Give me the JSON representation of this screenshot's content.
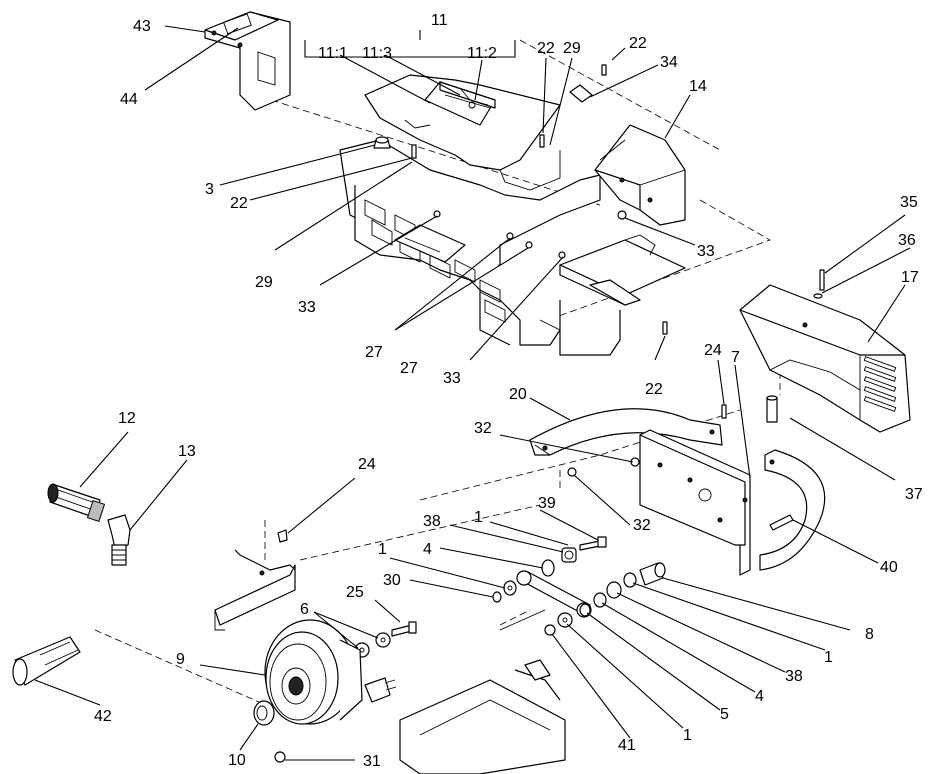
{
  "callouts": [
    {
      "id": "c43",
      "text": "43"
    },
    {
      "id": "c44",
      "text": "44"
    },
    {
      "id": "c11",
      "text": "11"
    },
    {
      "id": "c11-1",
      "text": "11:1"
    },
    {
      "id": "c11-3",
      "text": "11:3"
    },
    {
      "id": "c11-2",
      "text": "11:2"
    },
    {
      "id": "c22a",
      "text": "22"
    },
    {
      "id": "c29a",
      "text": "29"
    },
    {
      "id": "c22b",
      "text": "22"
    },
    {
      "id": "c34",
      "text": "34"
    },
    {
      "id": "c14",
      "text": "14"
    },
    {
      "id": "c3",
      "text": "3"
    },
    {
      "id": "c22c",
      "text": "22"
    },
    {
      "id": "c29b",
      "text": "29"
    },
    {
      "id": "c33a",
      "text": "33"
    },
    {
      "id": "c33b",
      "text": "33"
    },
    {
      "id": "c27a",
      "text": "27"
    },
    {
      "id": "c27b",
      "text": "27"
    },
    {
      "id": "c33c",
      "text": "33"
    },
    {
      "id": "c22d",
      "text": "22"
    },
    {
      "id": "c35",
      "text": "35"
    },
    {
      "id": "c36",
      "text": "36"
    },
    {
      "id": "c17",
      "text": "17"
    },
    {
      "id": "c37",
      "text": "37"
    },
    {
      "id": "c12",
      "text": "12"
    },
    {
      "id": "c13",
      "text": "13"
    },
    {
      "id": "c24a",
      "text": "24"
    },
    {
      "id": "c20",
      "text": "20"
    },
    {
      "id": "c24b",
      "text": "24"
    },
    {
      "id": "c7",
      "text": "7"
    },
    {
      "id": "c32a",
      "text": "32"
    },
    {
      "id": "c32b",
      "text": "32"
    },
    {
      "id": "c39",
      "text": "39"
    },
    {
      "id": "c38a",
      "text": "38"
    },
    {
      "id": "c1a",
      "text": "1"
    },
    {
      "id": "c4a",
      "text": "4"
    },
    {
      "id": "c1b",
      "text": "1"
    },
    {
      "id": "c30",
      "text": "30"
    },
    {
      "id": "c25",
      "text": "25"
    },
    {
      "id": "c6",
      "text": "6"
    },
    {
      "id": "c40",
      "text": "40"
    },
    {
      "id": "c8",
      "text": "8"
    },
    {
      "id": "c1c",
      "text": "1"
    },
    {
      "id": "c38b",
      "text": "38"
    },
    {
      "id": "c4b",
      "text": "4"
    },
    {
      "id": "c5",
      "text": "5"
    },
    {
      "id": "c1d",
      "text": "1"
    },
    {
      "id": "c41",
      "text": "41"
    },
    {
      "id": "c9",
      "text": "9"
    },
    {
      "id": "c10",
      "text": "10"
    },
    {
      "id": "c31",
      "text": "31"
    },
    {
      "id": "c42",
      "text": "42"
    }
  ]
}
